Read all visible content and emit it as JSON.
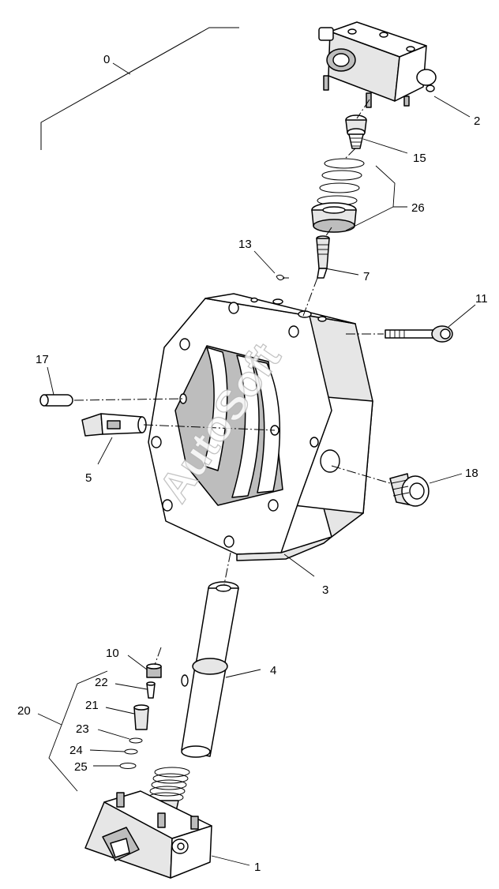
{
  "callouts": {
    "c0": "0",
    "c1": "1",
    "c2": "2",
    "c3": "3",
    "c4": "4",
    "c5": "5",
    "c7": "7",
    "c10": "10",
    "c11": "11",
    "c13": "13",
    "c15": "15",
    "c17": "17",
    "c18": "18",
    "c20": "20",
    "c21": "21",
    "c22": "22",
    "c23": "23",
    "c24": "24",
    "c25": "25",
    "c26": "26"
  },
  "watermark": "AutoSoft"
}
